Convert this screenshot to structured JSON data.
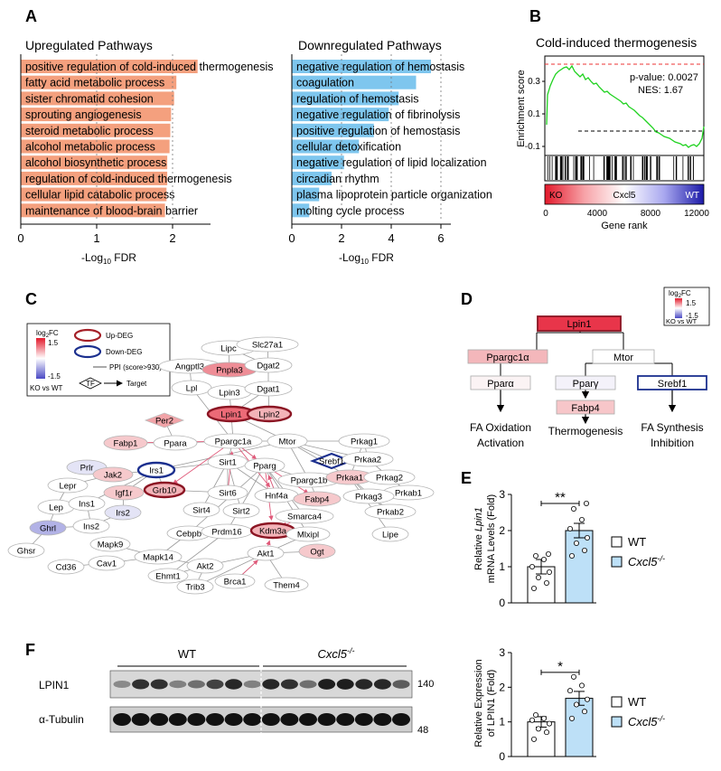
{
  "panelA": {
    "letter": "A",
    "up": {
      "title": "Upregulated Pathways",
      "xlabel_main": "-Log",
      "xlabel_sub": "10",
      "xlabel_tail": " FDR",
      "ticks": [
        "0",
        "1",
        "2"
      ],
      "xmax": 2.5,
      "color": "#f4a07e",
      "pathways": [
        {
          "label": "positive regulation of cold-induced thermogenesis",
          "value": 2.33
        },
        {
          "label": "fatty acid metabolic process",
          "value": 2.05
        },
        {
          "label": "sister chromatid cohesion",
          "value": 2.02
        },
        {
          "label": "sprouting angiogenesis",
          "value": 1.98
        },
        {
          "label": "steroid metabolic process",
          "value": 1.97
        },
        {
          "label": "alcohol metabolic process",
          "value": 1.96
        },
        {
          "label": "alcohol biosynthetic process",
          "value": 1.93
        },
        {
          "label": "regulation of cold-induced thermogenesis",
          "value": 1.93
        },
        {
          "label": "cellular lipid catabolic process",
          "value": 1.92
        },
        {
          "label": "maintenance of blood-brain barrier",
          "value": 1.9
        }
      ]
    },
    "down": {
      "title": "Downregulated Pathways",
      "xlabel_main": "-Log",
      "xlabel_sub": "10",
      "xlabel_tail": " FDR",
      "ticks": [
        "0",
        "2",
        "4",
        "6"
      ],
      "xmax": 6.4,
      "color": "#7ec6ee",
      "pathways": [
        {
          "label": "negative regulation of hemostasis",
          "value": 5.6
        },
        {
          "label": "coagulation",
          "value": 5.0
        },
        {
          "label": "regulation of hemostasis",
          "value": 4.3
        },
        {
          "label": "negative regulation of fibrinolysis",
          "value": 3.9
        },
        {
          "label": "positive regulation of hemostasis",
          "value": 3.3
        },
        {
          "label": "cellular detoxification",
          "value": 2.7
        },
        {
          "label": "negative regulation of lipid localization",
          "value": 2.1
        },
        {
          "label": "circadian rhythm",
          "value": 1.6
        },
        {
          "label": "plasma lipoprotein particle organization",
          "value": 1.1
        },
        {
          "label": "molting cycle process",
          "value": 0.7
        }
      ]
    }
  },
  "panelB": {
    "letter": "B",
    "title": "Cold-induced thermogenesis",
    "ylabel": "Enrichment score",
    "yticks": [
      "0.3",
      "0.1",
      "-0.1"
    ],
    "pvalue": "p-value: 0.0027",
    "nes": "NES: 1.67",
    "bar_left": "KO",
    "bar_mid": "Cxcl5",
    "bar_right": "WT",
    "xticks": [
      "0",
      "4000",
      "8000",
      "12000"
    ],
    "xlabel": "Gene rank"
  },
  "panelC": {
    "letter": "C",
    "legend": {
      "title_main": "log",
      "title_sub": "2",
      "title_tail": "FC",
      "max": "1.5",
      "min": "-1.5",
      "caption": "KO vs WT",
      "up": "Up-DEG",
      "down": "Down-DEG",
      "ppi": "PPI (score>930)",
      "tf": "TF",
      "target": "Target"
    },
    "nodes": {
      "Lipc": "Lipc",
      "Slc27a1": "Slc27a1",
      "Angptl3": "Angptl3",
      "Pnpla3": "Pnpla3",
      "Dgat2": "Dgat2",
      "Lpl": "Lpl",
      "Lpin3": "Lpin3",
      "Dgat1": "Dgat1",
      "Per2": "Per2",
      "Lpin1": "Lpin1",
      "Lpin2": "Lpin2",
      "Fabp1": "Fabp1",
      "Ppara": "Ppara",
      "Ppargc1a": "Ppargc1a",
      "Mtor": "Mtor",
      "Prkag1": "Prkag1",
      "Prlr": "Prlr",
      "Irs1": "Irs1",
      "Sirt1": "Sirt1",
      "Pparg": "Pparg",
      "Srebf1": "Srebf1",
      "Prkaa2": "Prkaa2",
      "Jak2": "Jak2",
      "Igf1r": "Igf1r",
      "Grb10": "Grb10",
      "Sirt6": "Sirt6",
      "Ppargc1b": "Ppargc1b",
      "Prkaa1": "Prkaa1",
      "Prkag2": "Prkag2",
      "Lepr": "Lepr",
      "Hnf4a": "Hnf4a",
      "Fabp4": "Fabp4",
      "Prkab1": "Prkab1",
      "Lep": "Lep",
      "Ins1": "Ins1",
      "Sirt4": "Sirt4",
      "Sirt2": "Sirt2",
      "Smarca4": "Smarca4",
      "Prkag3": "Prkag3",
      "Prkab2": "Prkab2",
      "Irs2": "Irs2",
      "Ghrl": "Ghrl",
      "Ins2": "Ins2",
      "Cebpb": "Cebpb",
      "Prdm16": "Prdm16",
      "Kdm3a": "Kdm3a",
      "Mlxipl": "Mlxipl",
      "Lipe": "Lipe",
      "Ghsr": "Ghsr",
      "Mapk9": "Mapk9",
      "Mapk14": "Mapk14",
      "Akt1": "Akt1",
      "Ogt": "Ogt",
      "Cd36": "Cd36",
      "Cav1": "Cav1",
      "Akt2": "Akt2",
      "Ehmt1": "Ehmt1",
      "Brca1": "Brca1",
      "Them4": "Them4",
      "Trib3": "Trib3"
    }
  },
  "panelD": {
    "letter": "D",
    "legend_title_main": "log",
    "legend_title_sub": "2",
    "legend_title_tail": "FC",
    "legend_max": "1.5",
    "legend_min": "-1.5",
    "legend_caption": "KO vs WT",
    "lpin1": "Lpin1",
    "ppargc1a": "Ppargc1α",
    "mtor": "Mtor",
    "ppara": "Pparα",
    "pparg": "Pparγ",
    "srebf1": "Srebf1",
    "fabp4": "Fabp4",
    "out1_l1": "FA Oxidation",
    "out1_l2": "Activation",
    "out2": "Thermogenesis",
    "out3_l1": "FA Synthesis",
    "out3_l2": "Inhibition"
  },
  "panelE": {
    "letter": "E",
    "ylabel_l1_pre": "Relative ",
    "ylabel_l1_gene": "Lpin1",
    "ylabel_l2": "mRNA Levels (Fold)",
    "yticks": [
      "0",
      "1",
      "2",
      "3"
    ],
    "sig": "**",
    "legend_wt": "WT",
    "legend_ko": "Cxcl5",
    "legend_ko_sup": "-/-",
    "chart_data": {
      "type": "bar",
      "categories": [
        "WT",
        "Cxcl5-/-"
      ],
      "values": [
        1.0,
        2.0
      ],
      "errors": [
        0.2,
        0.2
      ],
      "ylim": [
        0,
        3
      ],
      "points": [
        [
          0.4,
          0.55,
          0.7,
          0.85,
          1.0,
          1.2,
          1.3,
          1.35
        ],
        [
          1.3,
          1.45,
          1.65,
          1.8,
          2.05,
          2.3,
          2.6,
          2.75
        ]
      ]
    }
  },
  "panelF": {
    "letter": "F",
    "group_wt": "WT",
    "group_ko": "Cxcl5",
    "group_ko_sup": "-/-",
    "row1": "LPIN1",
    "row2": "α-Tubulin",
    "mw1": "140",
    "mw2": "48",
    "ylabel_l1": "Relative Expression",
    "ylabel_l2": "of LPIN1 (Fold)",
    "yticks": [
      "0",
      "1",
      "2",
      "3"
    ],
    "sig": "*",
    "legend_wt": "WT",
    "legend_ko": "Cxcl5",
    "legend_ko_sup": "-/-",
    "lpin1_intensity": [
      0.35,
      0.85,
      0.85,
      0.4,
      0.5,
      0.75,
      0.9,
      0.4,
      0.9,
      0.85,
      0.5,
      0.95,
      0.95,
      0.9,
      0.9,
      0.6
    ],
    "chart_data": {
      "type": "bar",
      "categories": [
        "WT",
        "Cxcl5-/-"
      ],
      "values": [
        1.0,
        1.68
      ],
      "errors": [
        0.15,
        0.2
      ],
      "ylim": [
        0,
        3
      ],
      "points": [
        [
          0.5,
          0.7,
          0.8,
          0.95,
          1.05,
          1.1,
          1.2
        ],
        [
          1.1,
          1.3,
          1.5,
          1.65,
          1.9,
          2.05,
          2.3
        ]
      ]
    }
  }
}
